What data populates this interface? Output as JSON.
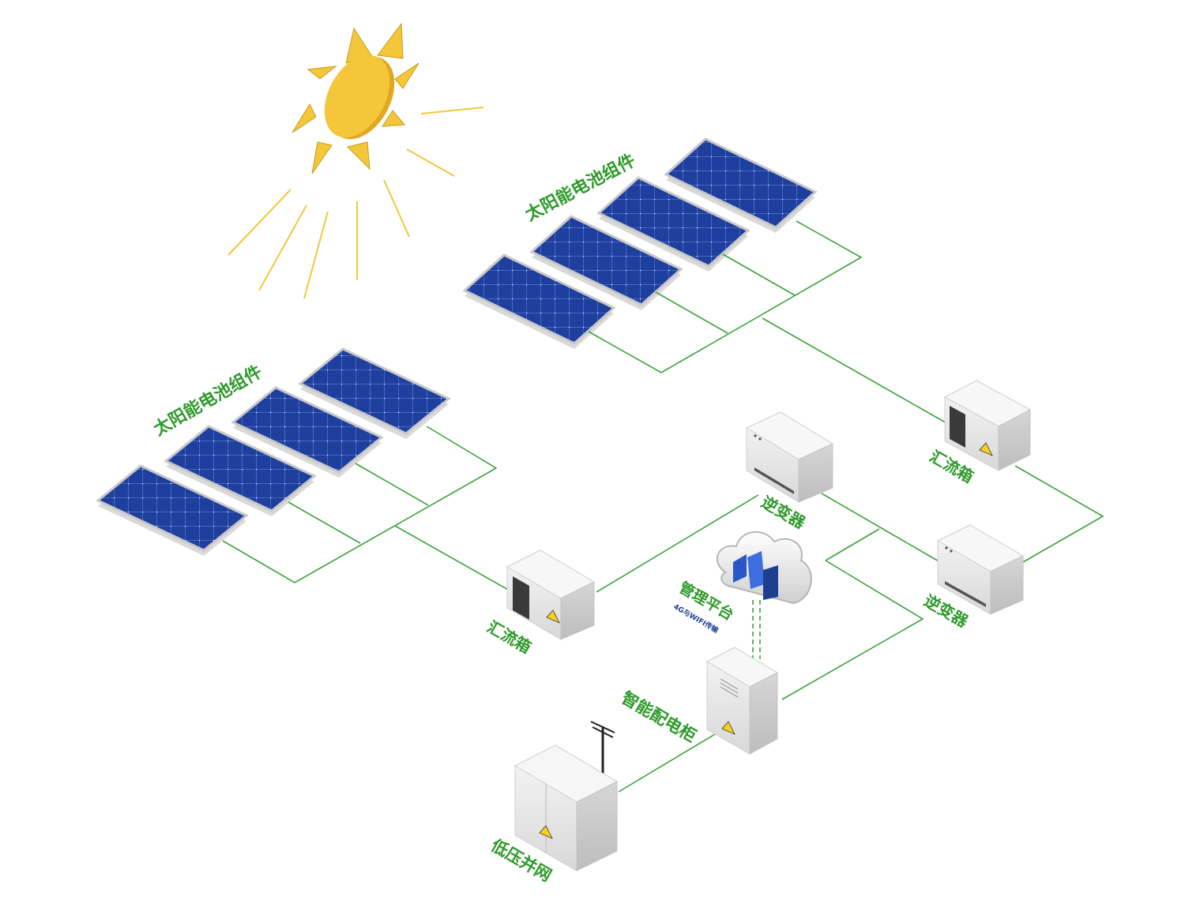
{
  "labels": {
    "solar_array_1": "太阳能电池组件",
    "solar_array_2": "太阳能电池组件",
    "combiner_box_1": "汇流箱",
    "combiner_box_2": "汇流箱",
    "inverter_1": "逆变器",
    "inverter_2": "逆变器",
    "platform": "管理平台",
    "platform_sub": "4G与WIFI传输",
    "smart_cabinet": "智能配电柜",
    "grid": "低压并网"
  },
  "colors": {
    "wire": "#3aa23a",
    "label": "#2e9a2a",
    "panel": "#1f3f9e",
    "sun": "#f4c63a",
    "cabinet": "#e6e6e6",
    "platform_sub_text": "#1d3f8f"
  }
}
